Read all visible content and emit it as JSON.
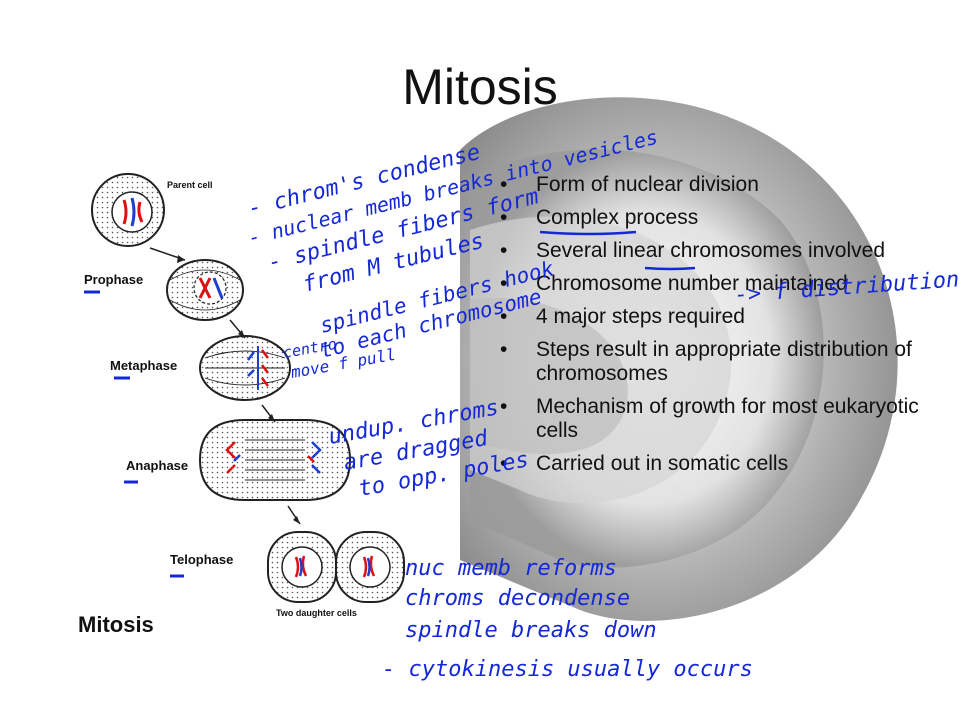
{
  "slide": {
    "title": "Mitosis",
    "bullets": [
      "Form of nuclear division",
      "Complex process",
      "Several linear chromosomes involved",
      "Chromosome number maintained",
      "4 major steps required",
      "Steps result in appropriate distribution of chromosomes",
      "Mechanism of growth for most eukaryotic cells",
      "Carried out in somatic cells"
    ]
  },
  "diagram": {
    "parent_label": "Parent cell",
    "stages": [
      "Prophase",
      "Metaphase",
      "Anaphase",
      "Telophase"
    ],
    "daughter_label": "Two daughter cells",
    "footer": "Mitosis"
  },
  "annotations": {
    "prophase_notes": [
      "- chrom's condense",
      "- nuclear memb breaks into vesicles",
      "- spindle fibers form",
      "from M tubules"
    ],
    "distribution_note": "-> f distribution",
    "metaphase_notes": [
      "spindle fibers hook",
      "to each chromosome",
      "centro",
      "move f pull"
    ],
    "anaphase_notes": [
      "undup. chroms",
      "are dragged",
      "to opp. poles"
    ],
    "telophase_notes": [
      "nuc memb reforms",
      "chroms decondense",
      "spindle breaks down",
      "- cytokinesis usually occurs"
    ],
    "ink_color": "#1428d8"
  }
}
